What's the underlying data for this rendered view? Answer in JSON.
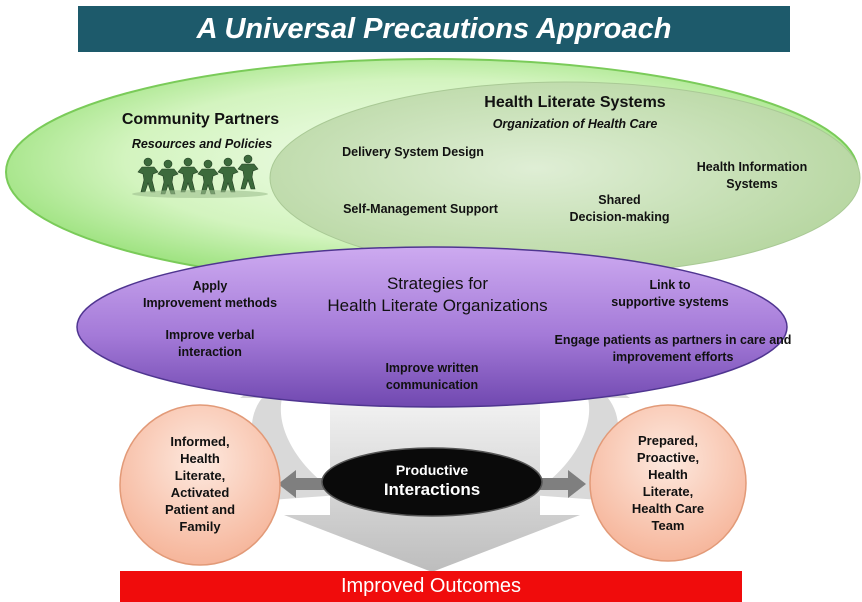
{
  "title": "A Universal Precautions Approach",
  "outer": {
    "community_title": "Community Partners",
    "community_sub": "Resources and Policies",
    "systems_title": "Health Literate Systems",
    "systems_sub": "Organization of Health Care",
    "delivery": "Delivery System Design",
    "self_mgmt": "Self-Management Support",
    "shared_1": "Shared",
    "shared_2": "Decision-making",
    "hit_1": "Health Information",
    "hit_2": "Systems"
  },
  "strategies": {
    "title_1": "Strategies for",
    "title_2": "Health Literate Organizations",
    "apply_1": "Apply",
    "apply_2": "Improvement methods",
    "verbal_1": "Improve verbal",
    "verbal_2": "interaction",
    "written_1": "Improve written",
    "written_2": "communication",
    "link_1": "Link to",
    "link_2": "supportive systems",
    "engage_1": "Engage patients as partners in care and",
    "engage_2": "improvement efforts"
  },
  "patient": [
    "Informed,",
    "Health",
    "Literate,",
    "Activated",
    "Patient and",
    "Family"
  ],
  "team": [
    "Prepared,",
    "Proactive,",
    "Health",
    "Literate,",
    "Health Care",
    "Team"
  ],
  "interactions": {
    "line_1": "Productive",
    "line_2": "Interactions"
  },
  "outcome": "Improved Outcomes",
  "colors": {
    "title_bg": "#1d5a6b",
    "outer_ellipse": "#b9eb9c",
    "inner_ellipse": "#c6dfb4",
    "strategy_ellipse": "#a978d8",
    "circle": "#f8c6b0",
    "outcome_bg": "#f00c0c"
  }
}
